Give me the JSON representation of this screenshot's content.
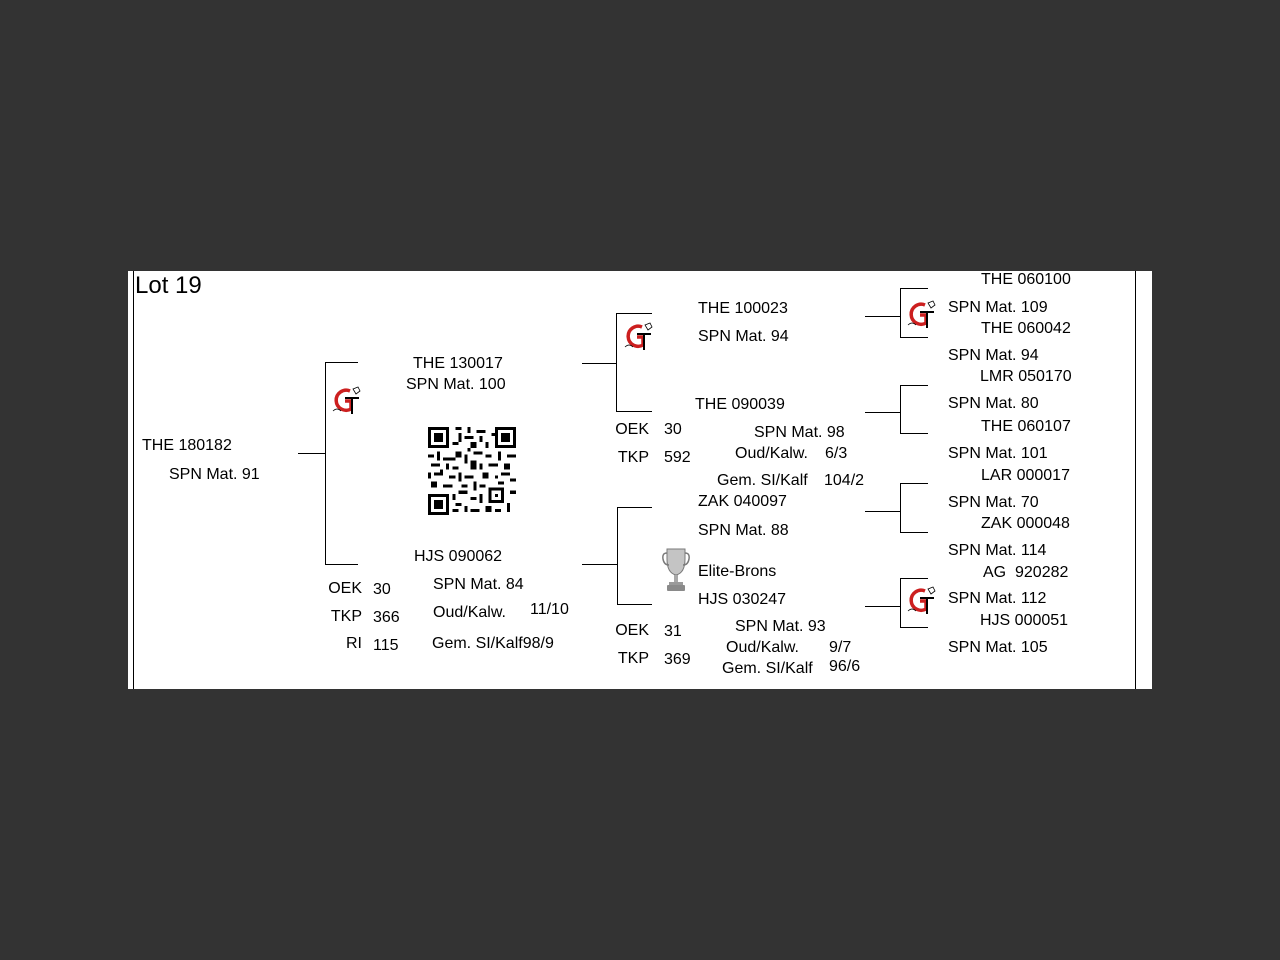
{
  "lot_title": "Lot 19",
  "animal": {
    "id": "THE 180182",
    "spn": "SPN Mat. 91"
  },
  "sire": {
    "id": "THE 130017",
    "spn": "SPN Mat. 100"
  },
  "dam": {
    "id": "HJS 090062",
    "spn": "SPN Mat. 84",
    "oud_label": "Oud/Kalw.",
    "oud_value": "11/10",
    "gem_label": "Gem. SI/Kalf98/9",
    "stats": [
      {
        "label": "OEK",
        "value": "30"
      },
      {
        "label": "TKP",
        "value": "366"
      },
      {
        "label": "RI",
        "value": "115"
      }
    ]
  },
  "sire_sire": {
    "id": "THE 100023",
    "spn": "SPN Mat. 94"
  },
  "sire_dam": {
    "id": "THE 090039",
    "spn": "SPN Mat. 98",
    "oud_label": "Oud/Kalw.",
    "oud_value": "6/3",
    "gem_label": "Gem. SI/Kalf",
    "gem_value": "104/2",
    "stats": [
      {
        "label": "OEK",
        "value": "30"
      },
      {
        "label": "TKP",
        "value": "592"
      }
    ]
  },
  "dam_sire": {
    "id": "ZAK 040097",
    "spn": "SPN Mat. 88"
  },
  "dam_dam": {
    "award": "Elite-Brons",
    "id": "HJS 030247",
    "spn": "SPN Mat. 93",
    "oud_label": "Oud/Kalw.",
    "oud_value": "9/7",
    "gem_label": "Gem. SI/Kalf",
    "gem_value": "96/6",
    "stats": [
      {
        "label": "OEK",
        "value": "31"
      },
      {
        "label": "TKP",
        "value": "369"
      }
    ]
  },
  "great_grandparents": [
    {
      "id": "THE 060100",
      "spn": "SPN Mat. 109"
    },
    {
      "id": "THE 060042",
      "spn": "SPN Mat. 94"
    },
    {
      "id": "LMR 050170",
      "spn": "SPN Mat. 80"
    },
    {
      "id": "THE 060107",
      "spn": "SPN Mat. 101"
    },
    {
      "id": "LAR 000017",
      "spn": "SPN Mat. 70"
    },
    {
      "id": "ZAK 000048",
      "spn": "SPN Mat. 114"
    },
    {
      "id": "AG  920282",
      "spn": "SPN Mat. 112"
    },
    {
      "id": "HJS 000051",
      "spn": "SPN Mat. 105"
    }
  ],
  "icons": {
    "logo": "gt-logo-icon",
    "qr": "qr-code-icon",
    "trophy": "trophy-icon"
  },
  "colors": {
    "logo_red": "#cc1f1f",
    "background": "#333333",
    "sheet": "#ffffff"
  }
}
